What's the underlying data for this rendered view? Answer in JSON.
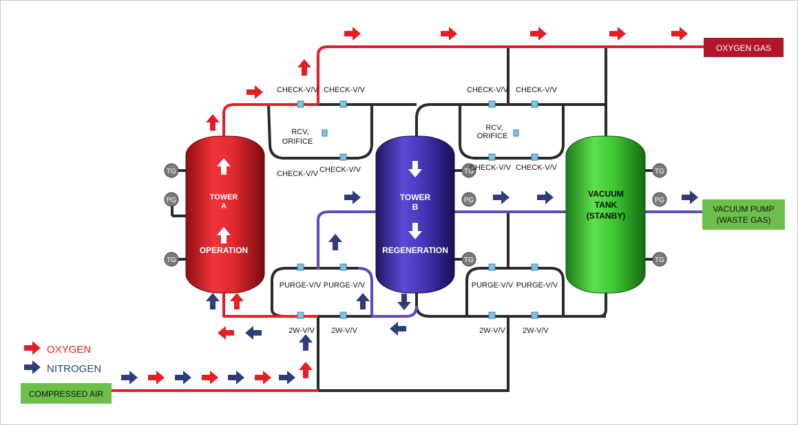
{
  "outputs": {
    "oxygen_gas": "OXYGEN GAS",
    "vacuum_pump": "VACUUM PUMP",
    "vacuum_pump_sub": "(WASTE GAS)"
  },
  "input": {
    "compressed_air": "COMPRESSED AIR"
  },
  "legend": {
    "oxygen": "OXYGEN",
    "nitrogen": "NITROGEN"
  },
  "towers": {
    "a": {
      "line1": "TOWER",
      "line2": "A",
      "state": "OPERATION"
    },
    "b": {
      "line1": "TOWER",
      "line2": "B",
      "state": "REGENERATION"
    },
    "vacuum": {
      "line1": "VACUUM",
      "line2": "TANK",
      "line3": "(STANBY)"
    }
  },
  "gauges": {
    "tg": "TG",
    "pg": "PG"
  },
  "valves": {
    "check": "CHECK-V/V",
    "rcv": "RCV,",
    "orifice": "ORIFICE",
    "purge": "PURGE-V/V",
    "two_way": "2W-V/V"
  },
  "colors": {
    "oxygen": "#e31e24",
    "nitrogen": "#2e3d7a",
    "tower_a": "#d8262c",
    "tower_b": "#3b2fa0",
    "vacuum_tank": "#33c12a",
    "oxygen_box": "#b3162b",
    "green_box": "#6cc04a",
    "pipe_dark": "#2a2a2a",
    "pipe_purple": "#5a4bc0"
  }
}
